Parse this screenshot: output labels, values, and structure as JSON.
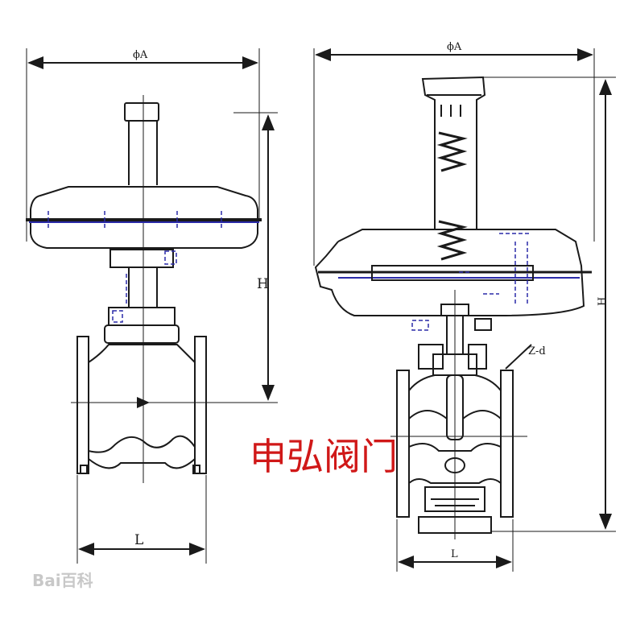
{
  "labels": {
    "left_phi_a": "ϕA",
    "left_h": "H",
    "left_l": "L",
    "right_phi_a": "ϕA",
    "right_h": "H",
    "right_l": "L",
    "right_z_d": "Z-d"
  },
  "overlay_text": "申弘阀门",
  "watermark": "Bai百科",
  "colors": {
    "line": "#1a1a1a",
    "accent_blue": "#2a2aa8",
    "overlay_red": "#d01818",
    "watermark_gray": "#c8c8c8"
  }
}
